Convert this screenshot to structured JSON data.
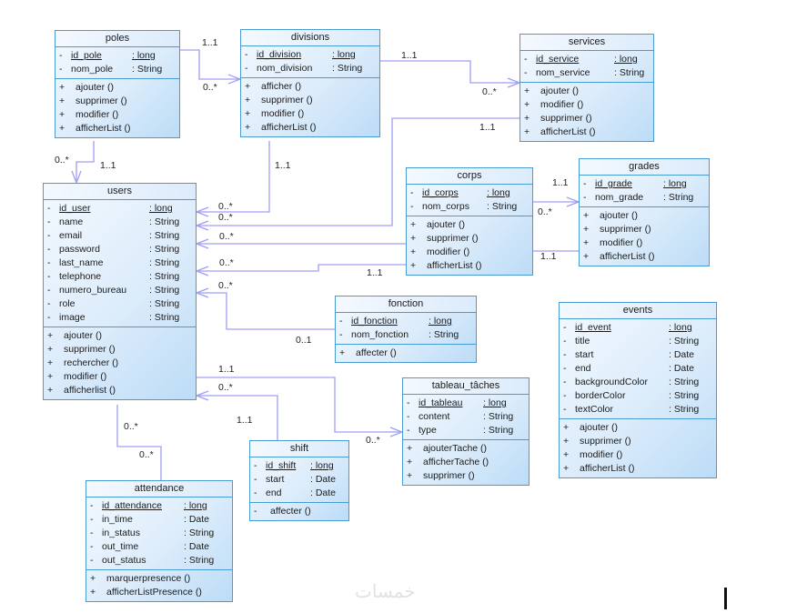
{
  "diagram": {
    "type": "uml-class-diagram",
    "line_color": "#9f9ff5",
    "class_border_color": "#4a9bd1",
    "classes": {
      "poles": {
        "name": "poles",
        "attributes": [
          {
            "vis": "-",
            "name": "id_pole",
            "type": ": long",
            "key": true
          },
          {
            "vis": "-",
            "name": "nom_pole",
            "type": ": String"
          }
        ],
        "operations": [
          {
            "vis": "+",
            "name": "ajouter ()"
          },
          {
            "vis": "+",
            "name": "supprimer ()"
          },
          {
            "vis": "+",
            "name": "modifier ()"
          },
          {
            "vis": "+",
            "name": "afficherList ()"
          }
        ]
      },
      "divisions": {
        "name": "divisions",
        "attributes": [
          {
            "vis": "-",
            "name": "id_division",
            "type": ": long",
            "key": true
          },
          {
            "vis": "-",
            "name": "nom_division",
            "type": ": String"
          }
        ],
        "operations": [
          {
            "vis": "+",
            "name": "afficher ()"
          },
          {
            "vis": "+",
            "name": "supprimer ()"
          },
          {
            "vis": "+",
            "name": "modifier ()"
          },
          {
            "vis": "+",
            "name": "afficherList ()"
          }
        ]
      },
      "services": {
        "name": "services",
        "attributes": [
          {
            "vis": "-",
            "name": "id_service",
            "type": ": long",
            "key": true
          },
          {
            "vis": "-",
            "name": "nom_service",
            "type": ": String"
          }
        ],
        "operations": [
          {
            "vis": "+",
            "name": "ajouter ()"
          },
          {
            "vis": "+",
            "name": "modifier ()"
          },
          {
            "vis": "+",
            "name": "supprimer ()"
          },
          {
            "vis": "+",
            "name": "afficherList ()"
          }
        ]
      },
      "users": {
        "name": "users",
        "attributes": [
          {
            "vis": "-",
            "name": "id_user",
            "type": ": long",
            "key": true
          },
          {
            "vis": "-",
            "name": "name",
            "type": ": String"
          },
          {
            "vis": "-",
            "name": "email",
            "type": ": String"
          },
          {
            "vis": "-",
            "name": "password",
            "type": ": String"
          },
          {
            "vis": "-",
            "name": "last_name",
            "type": ": String"
          },
          {
            "vis": "-",
            "name": "telephone",
            "type": ": String"
          },
          {
            "vis": "-",
            "name": "numero_bureau",
            "type": ": String"
          },
          {
            "vis": "-",
            "name": "role",
            "type": ": String"
          },
          {
            "vis": "-",
            "name": "image",
            "type": ": String"
          }
        ],
        "operations": [
          {
            "vis": "+",
            "name": "ajouter ()"
          },
          {
            "vis": "+",
            "name": "supprimer ()"
          },
          {
            "vis": "+",
            "name": "rechercher ()"
          },
          {
            "vis": "+",
            "name": "modifier ()"
          },
          {
            "vis": "+",
            "name": "afficherlist ()"
          }
        ]
      },
      "corps": {
        "name": "corps",
        "attributes": [
          {
            "vis": "-",
            "name": "id_corps",
            "type": ": long",
            "key": true
          },
          {
            "vis": "-",
            "name": "nom_corps",
            "type": ": String"
          }
        ],
        "operations": [
          {
            "vis": "+",
            "name": "ajouter ()"
          },
          {
            "vis": "+",
            "name": "supprimer ()"
          },
          {
            "vis": "+",
            "name": "modifier ()"
          },
          {
            "vis": "+",
            "name": "afficherList ()"
          }
        ]
      },
      "grades": {
        "name": "grades",
        "attributes": [
          {
            "vis": "-",
            "name": "id_grade",
            "type": ": long",
            "key": true
          },
          {
            "vis": "-",
            "name": "nom_grade",
            "type": ": String"
          }
        ],
        "operations": [
          {
            "vis": "+",
            "name": "ajouter ()"
          },
          {
            "vis": "+",
            "name": "supprimer ()"
          },
          {
            "vis": "+",
            "name": "modifier ()"
          },
          {
            "vis": "+",
            "name": "afficherList ()"
          }
        ]
      },
      "fonction": {
        "name": "fonction",
        "attributes": [
          {
            "vis": "-",
            "name": "id_fonction",
            "type": ": long",
            "key": true
          },
          {
            "vis": "-",
            "name": "nom_fonction",
            "type": ": String"
          }
        ],
        "operations": [
          {
            "vis": "+",
            "name": "affecter ()"
          }
        ]
      },
      "events": {
        "name": "events",
        "attributes": [
          {
            "vis": "-",
            "name": "id_event",
            "type": ": long",
            "key": true
          },
          {
            "vis": "-",
            "name": "title",
            "type": ": String"
          },
          {
            "vis": "-",
            "name": "start",
            "type": ": Date"
          },
          {
            "vis": "-",
            "name": "end",
            "type": ": Date"
          },
          {
            "vis": "-",
            "name": "backgroundColor",
            "type": ": String"
          },
          {
            "vis": "-",
            "name": "borderColor",
            "type": ": String"
          },
          {
            "vis": "-",
            "name": "textColor",
            "type": ": String"
          }
        ],
        "operations": [
          {
            "vis": "+",
            "name": "ajouter ()"
          },
          {
            "vis": "+",
            "name": "supprimer ()"
          },
          {
            "vis": "+",
            "name": "modifier ()"
          },
          {
            "vis": "+",
            "name": "afficherList ()"
          }
        ]
      },
      "tableau": {
        "name": "tableau_tâches",
        "attributes": [
          {
            "vis": "-",
            "name": "id_tableau",
            "type": ": long",
            "key": true
          },
          {
            "vis": "-",
            "name": "content",
            "type": ": String"
          },
          {
            "vis": "-",
            "name": "type",
            "type": ": String"
          }
        ],
        "operations": [
          {
            "vis": "+",
            "name": "ajouterTache ()"
          },
          {
            "vis": "+",
            "name": "afficherTache ()"
          },
          {
            "vis": "+",
            "name": "supprimer ()"
          }
        ]
      },
      "shift": {
        "name": "shift",
        "attributes": [
          {
            "vis": "-",
            "name": "id_shift",
            "type": ": long",
            "key": true
          },
          {
            "vis": "-",
            "name": "start",
            "type": ": Date"
          },
          {
            "vis": "-",
            "name": "end",
            "type": ": Date"
          }
        ],
        "operations": [
          {
            "vis": "-",
            "name": "affecter ()"
          }
        ]
      },
      "attendance": {
        "name": "attendance",
        "attributes": [
          {
            "vis": "-",
            "name": "id_attendance",
            "type": ": long",
            "key": true
          },
          {
            "vis": "-",
            "name": "in_time",
            "type": ": Date"
          },
          {
            "vis": "-",
            "name": "in_status",
            "type": ": String"
          },
          {
            "vis": "-",
            "name": "out_time",
            "type": ": Date"
          },
          {
            "vis": "-",
            "name": "out_status",
            "type": ": String"
          }
        ],
        "operations": [
          {
            "vis": "+",
            "name": "marquerpresence ()"
          },
          {
            "vis": "+",
            "name": "afficherListPresence ()"
          }
        ]
      }
    },
    "associations": [
      {
        "from": "poles",
        "to": "divisions",
        "from_mult": "1..1",
        "to_mult": "0..*"
      },
      {
        "from": "divisions",
        "to": "services",
        "from_mult": "1..1",
        "to_mult": "0..*"
      },
      {
        "from": "poles",
        "to": "users",
        "from_mult": "1..1",
        "to_mult": "0..*"
      },
      {
        "from": "divisions",
        "to": "users",
        "from_mult": "1..1",
        "to_mult": "0..*"
      },
      {
        "from": "services",
        "to": "users",
        "from_mult": "1..1",
        "to_mult": "0..*"
      },
      {
        "from": "corps",
        "to": "users",
        "from_mult": "",
        "to_mult": "0..*"
      },
      {
        "from": "corps",
        "to": "users",
        "from_mult": "1..1",
        "to_mult": "0..*"
      },
      {
        "from": "corps",
        "to": "grades",
        "from_mult": "1..1",
        "to_mult": "0..*"
      },
      {
        "from": "grades",
        "to": "corps",
        "from_mult": "1..1",
        "to_mult": ""
      },
      {
        "from": "fonction",
        "to": "users",
        "from_mult": "0..1",
        "to_mult": "0..*"
      },
      {
        "from": "users",
        "to": "tableau",
        "from_mult": "1..1",
        "to_mult": "0..*"
      },
      {
        "from": "shift",
        "to": "users",
        "from_mult": "1..1",
        "to_mult": "0..*"
      },
      {
        "from": "users",
        "to": "attendance",
        "from_mult": "0..*",
        "to_mult": "0..*"
      }
    ]
  },
  "watermark": "خمسات"
}
